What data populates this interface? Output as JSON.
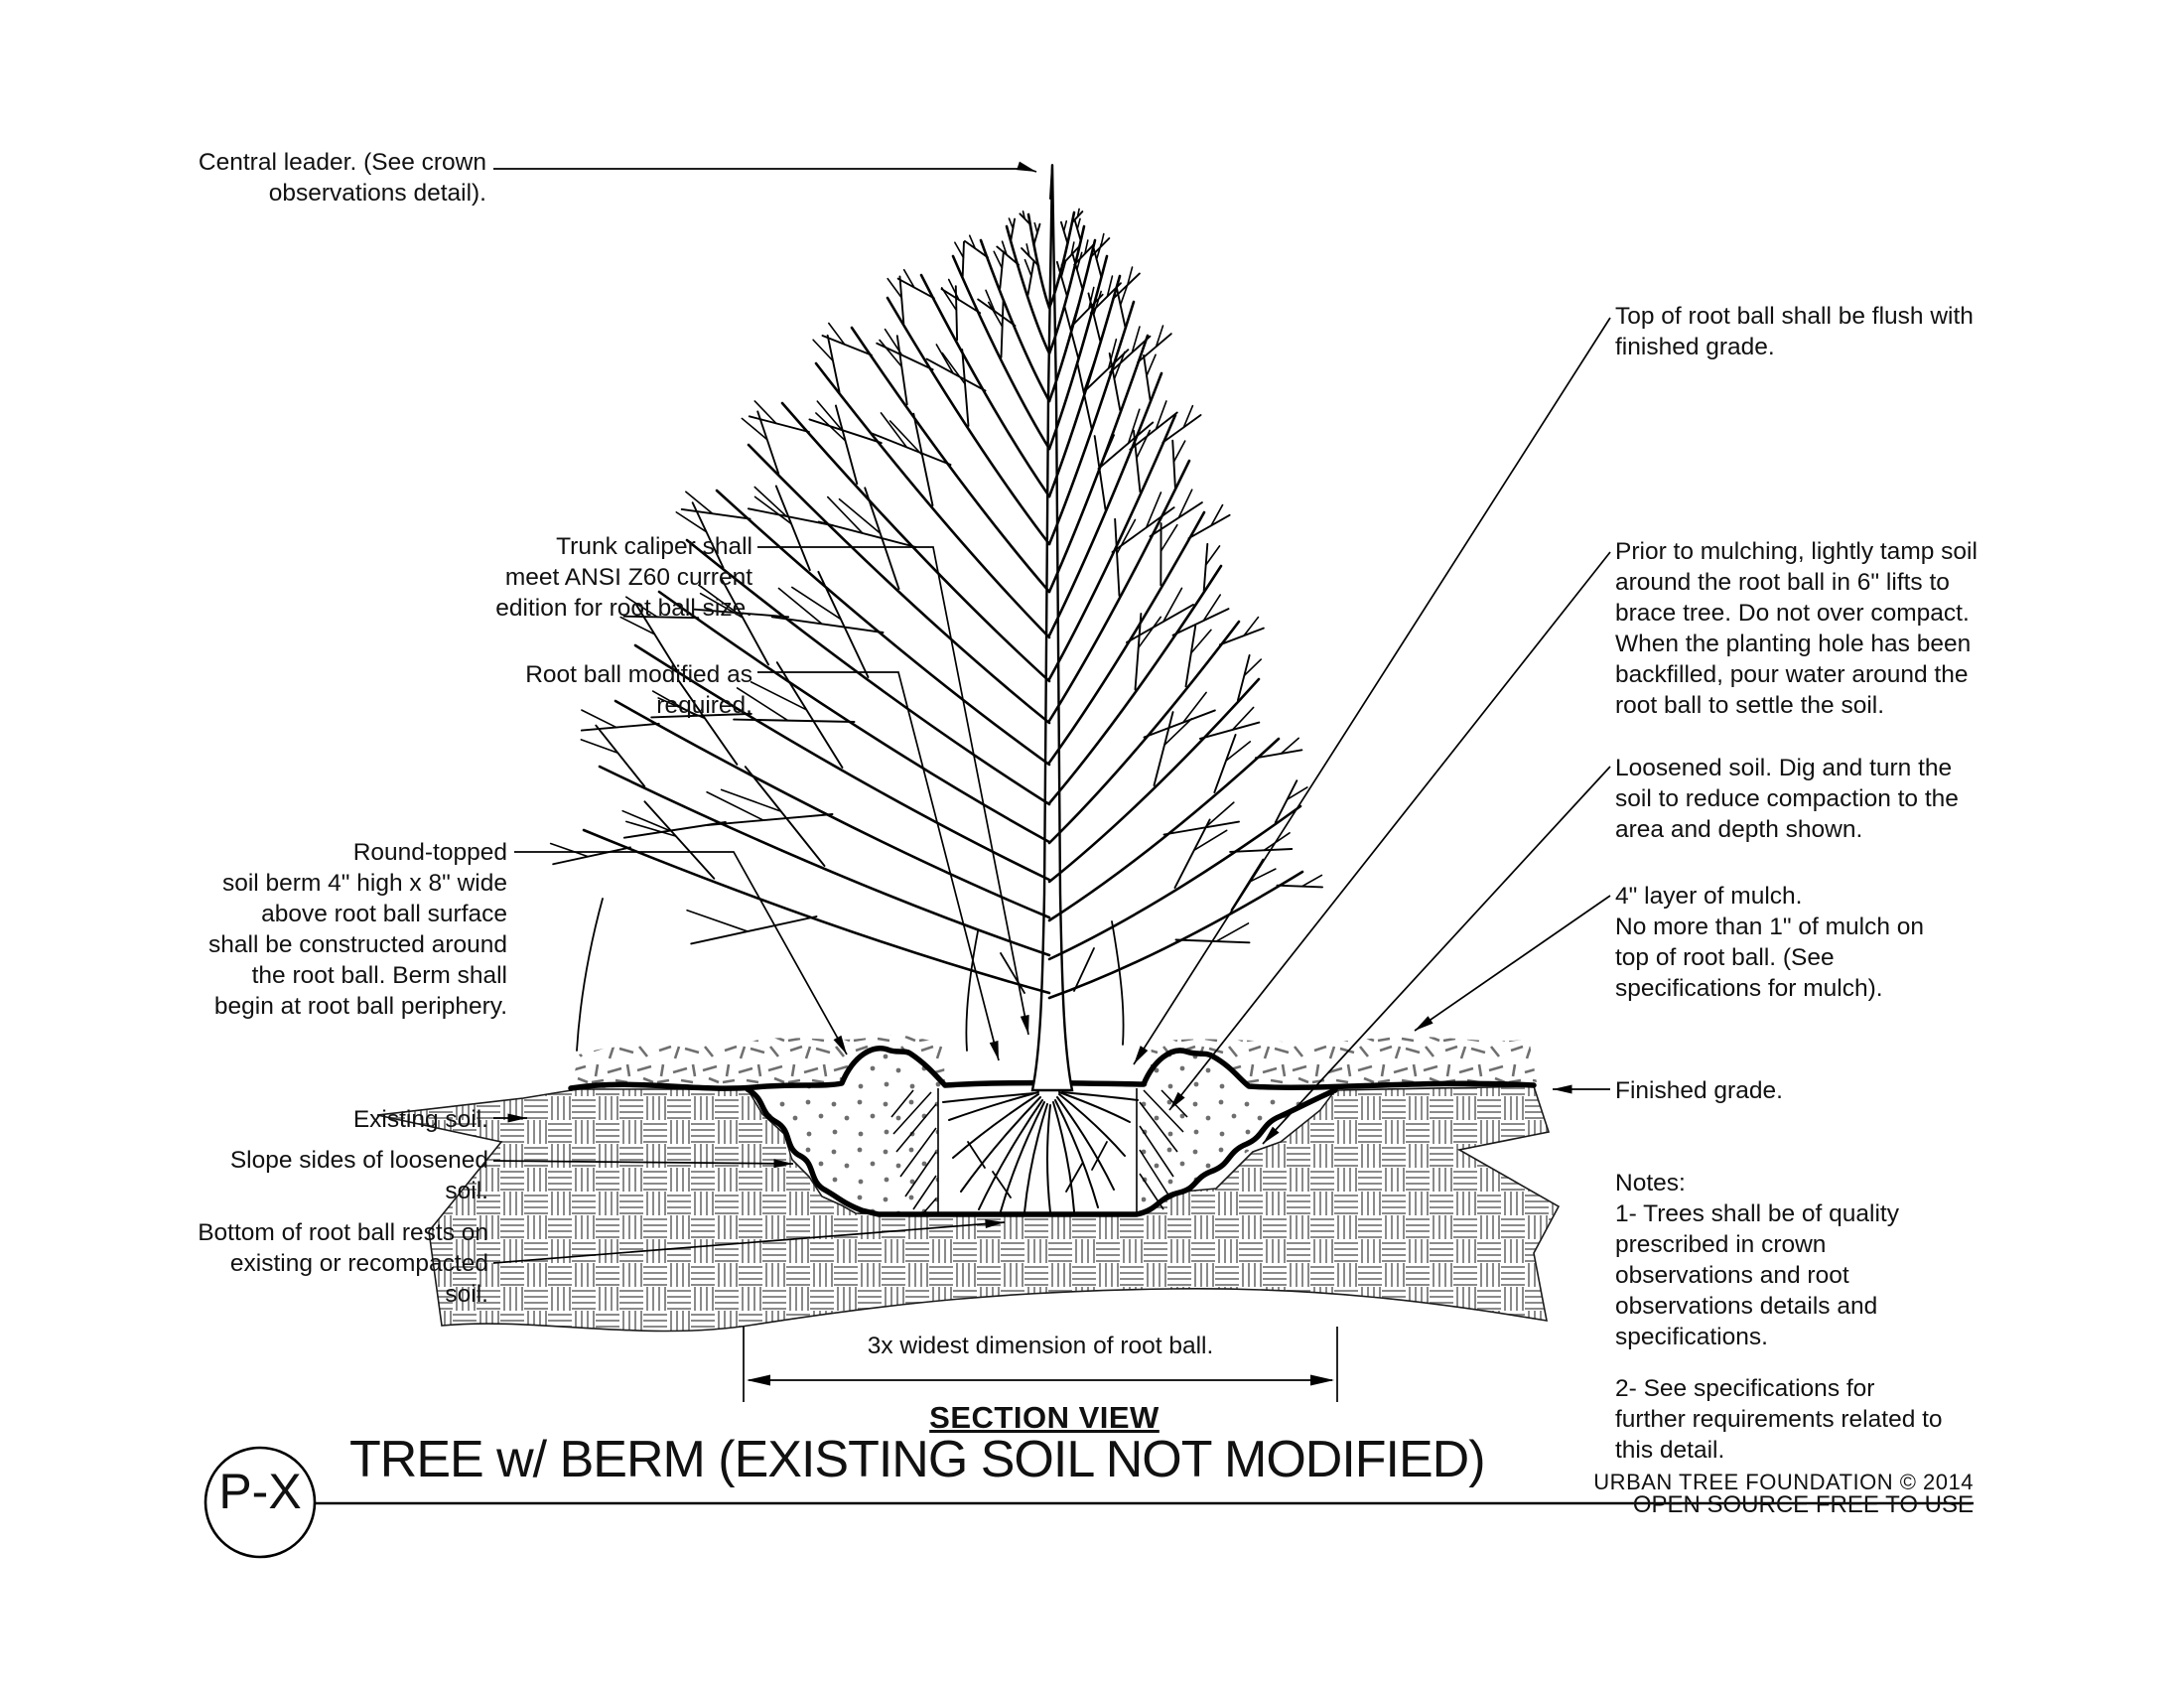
{
  "drawing": {
    "id_label": "P-X",
    "title": "TREE w/ BERM (EXISTING SOIL NOT MODIFIED)",
    "view_label": "SECTION VIEW",
    "dimension_label": "3x widest dimension of root ball.",
    "attribution_line1": "URBAN TREE FOUNDATION © 2014",
    "attribution_line2": "OPEN SOURCE FREE TO USE"
  },
  "callouts_left": {
    "central_leader": "Central leader. (See crown\nobservations detail).",
    "trunk_caliper": "Trunk caliper shall\nmeet ANSI Z60 current\nedition for root ball size.",
    "root_ball_modified": "Root ball modified as\nrequired.",
    "soil_berm": "Round-topped\nsoil berm 4\" high x 8\" wide\nabove root ball surface\nshall be constructed around\nthe root ball. Berm shall\nbegin at root ball periphery.",
    "existing_soil": "Existing soil.",
    "slope_sides": "Slope sides of loosened\nsoil.",
    "bottom_root_ball": "Bottom of root ball rests on\nexisting or recompacted\nsoil."
  },
  "callouts_right": {
    "top_of_root_ball": "Top of root ball shall be flush with\nfinished grade.",
    "prior_to_mulching": "Prior to mulching, lightly tamp soil\naround the root ball in 6\" lifts to\nbrace tree. Do not over compact.\nWhen the planting hole has been\nbackfilled, pour water around the\nroot ball to settle the soil.",
    "loosened_soil": "Loosened soil. Dig and turn the\nsoil to reduce compaction to the\narea and depth shown.",
    "mulch_layer": "4\" layer of mulch.\nNo more than 1\" of mulch on\ntop of root ball. (See\nspecifications for mulch).",
    "finished_grade": "Finished grade.",
    "notes": "Notes:\n1- Trees shall be of quality\nprescribed in crown\nobservations and root\nobservations details and\nspecifications.",
    "note_2": "2- See specifications for\nfurther requirements related to\nthis detail."
  }
}
